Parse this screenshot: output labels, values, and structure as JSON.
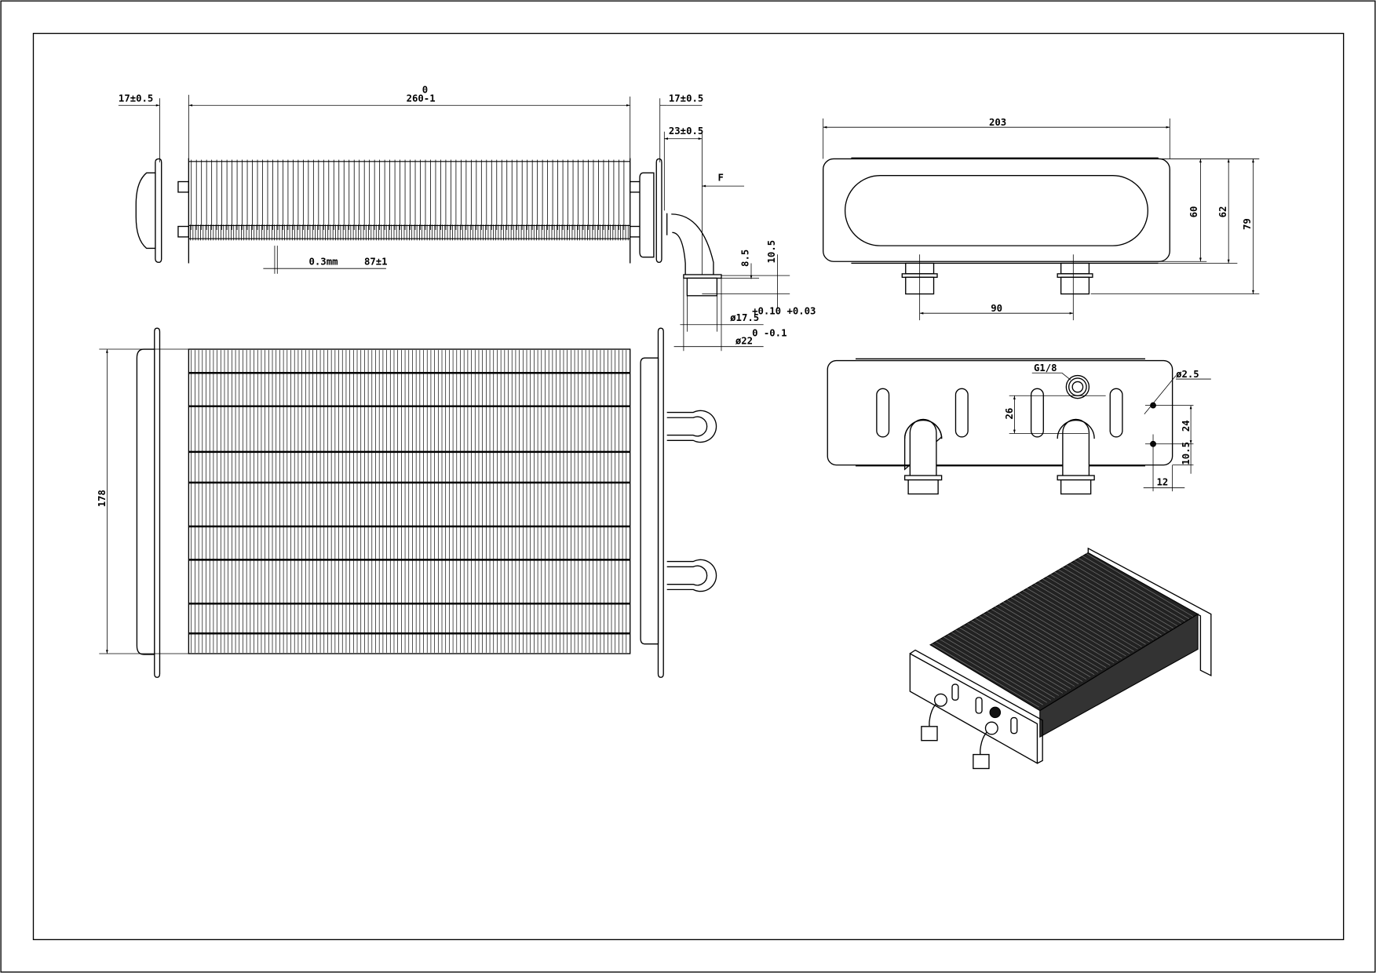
{
  "side_view": {
    "dim_left_cap": "17±0.5",
    "dim_length": "260-1",
    "dim_length_tol": "0",
    "dim_right_cap": "17±0.5",
    "dim_pipe_offset": "23±0.5",
    "label_f": "F",
    "fin_thickness": "0.3mm",
    "fin_count": "87±1",
    "dim_8_5": "8.5",
    "dim_10_5": "10.5",
    "dim_inner_dia": "ø17.5",
    "dim_inner_tol": "+0.10 +0.03",
    "dim_outer_dia": "ø22",
    "dim_outer_tol": "0 -0.1"
  },
  "front_view": {
    "dim_height": "178"
  },
  "end_view": {
    "dim_width": "203",
    "dim_60": "60",
    "dim_62": "62",
    "dim_79": "79",
    "dim_port_spacing": "90"
  },
  "bottom_view": {
    "thread": "G1/8",
    "hole_dia": "ø2.5",
    "dim_26": "26",
    "dim_24": "24",
    "dim_10_5": "10.5",
    "dim_12": "12"
  }
}
